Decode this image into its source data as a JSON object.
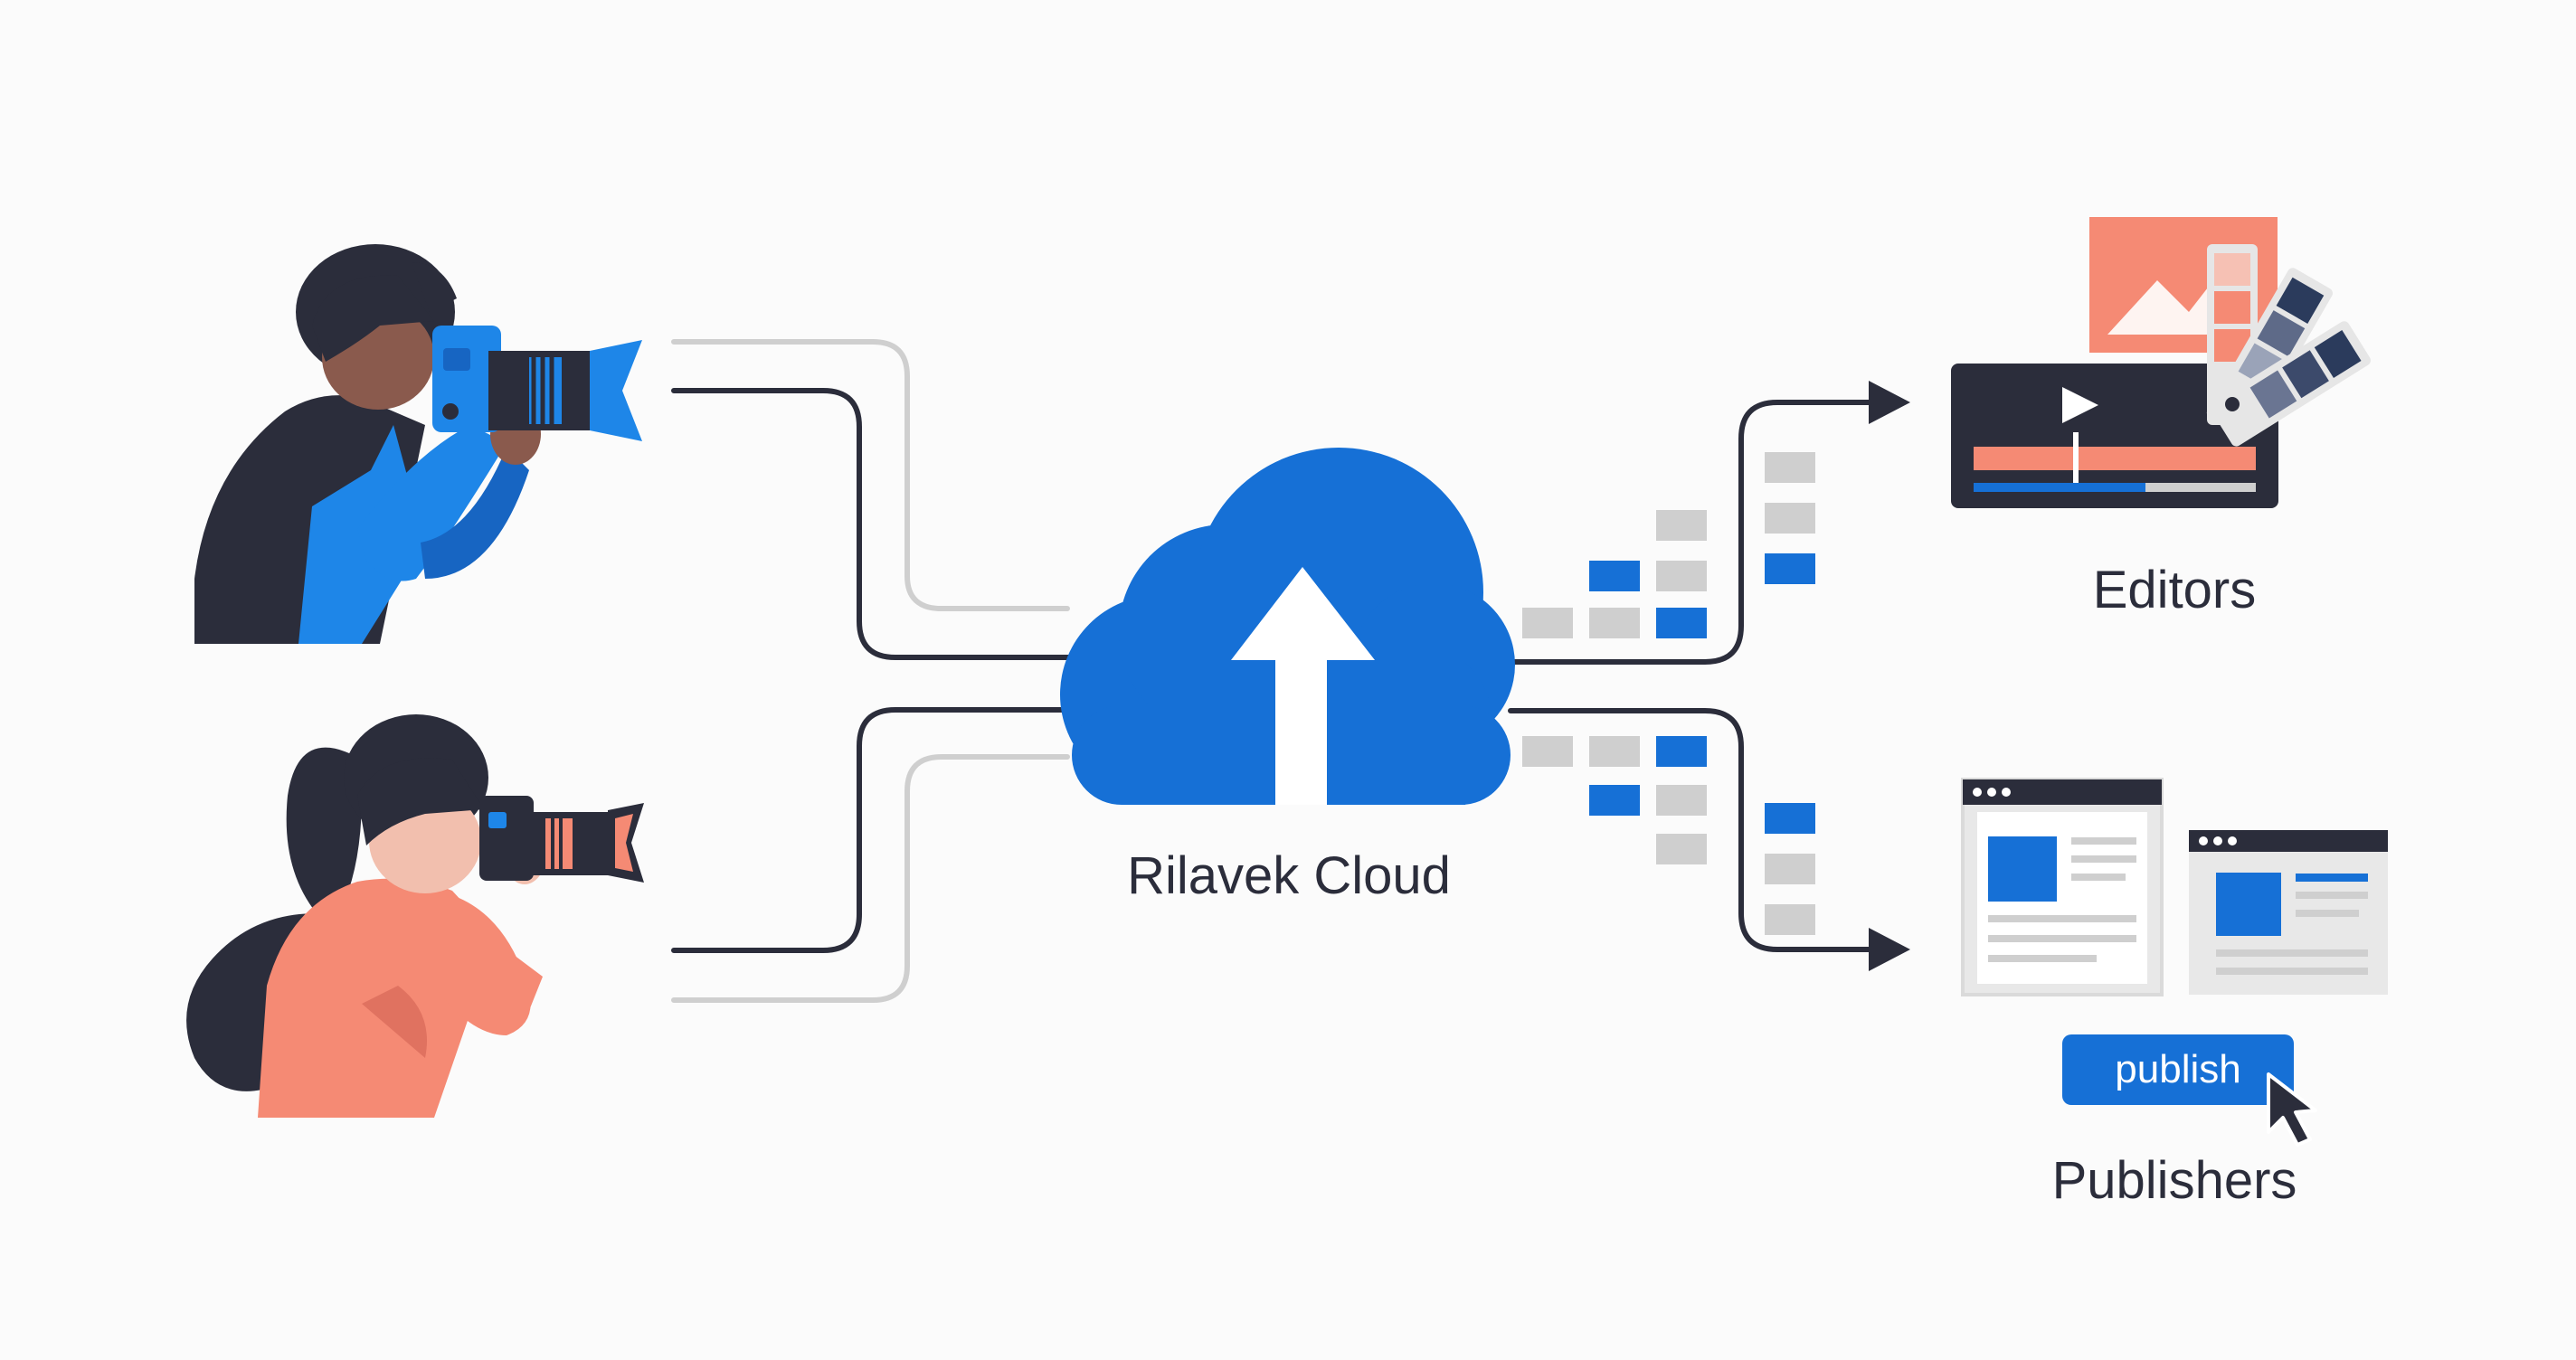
{
  "cloud": {
    "label": "Rilavek Cloud"
  },
  "destinations": {
    "editors": {
      "label": "Editors"
    },
    "publishers": {
      "label": "Publishers",
      "button_label": "publish"
    }
  },
  "colors": {
    "brand_blue": "#1670d6",
    "dark_navy": "#2b2d3b",
    "coral": "#f58a74",
    "light_gray": "#cfcfcf",
    "skin_dark": "#8a5a4d",
    "skin_light": "#f2bfae"
  }
}
